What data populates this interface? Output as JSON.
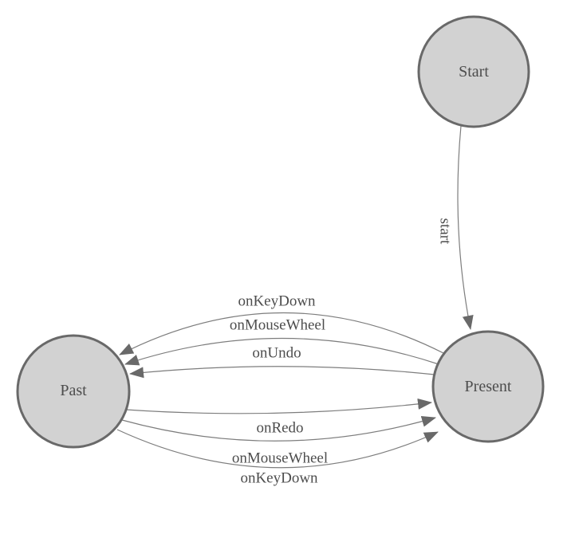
{
  "diagram": {
    "type": "finite-state-machine",
    "background_color": "#ffffff",
    "node_fill_color": "#d2d2d2",
    "node_border_color": "#696969",
    "edge_line_color": "#7d7d7d",
    "arrowhead_color": "#696969",
    "label_color": "#4d4d4d",
    "nodes": [
      {
        "id": "start-state",
        "label": "Start"
      },
      {
        "id": "present-state",
        "label": "Present"
      },
      {
        "id": "past-state",
        "label": "Past"
      }
    ],
    "edges": [
      {
        "label": "start",
        "from": "Start",
        "to": "Present"
      },
      {
        "label": "onKeyDown",
        "from": "Present",
        "to": "Past"
      },
      {
        "label": "onMouseWheel",
        "from": "Present",
        "to": "Past"
      },
      {
        "label": "onUndo",
        "from": "Present",
        "to": "Past"
      },
      {
        "label": "onRedo",
        "from": "Past",
        "to": "Present"
      },
      {
        "label": "onMouseWheel",
        "from": "Past",
        "to": "Present"
      },
      {
        "label": "onKeyDown",
        "from": "Past",
        "to": "Present"
      }
    ]
  }
}
